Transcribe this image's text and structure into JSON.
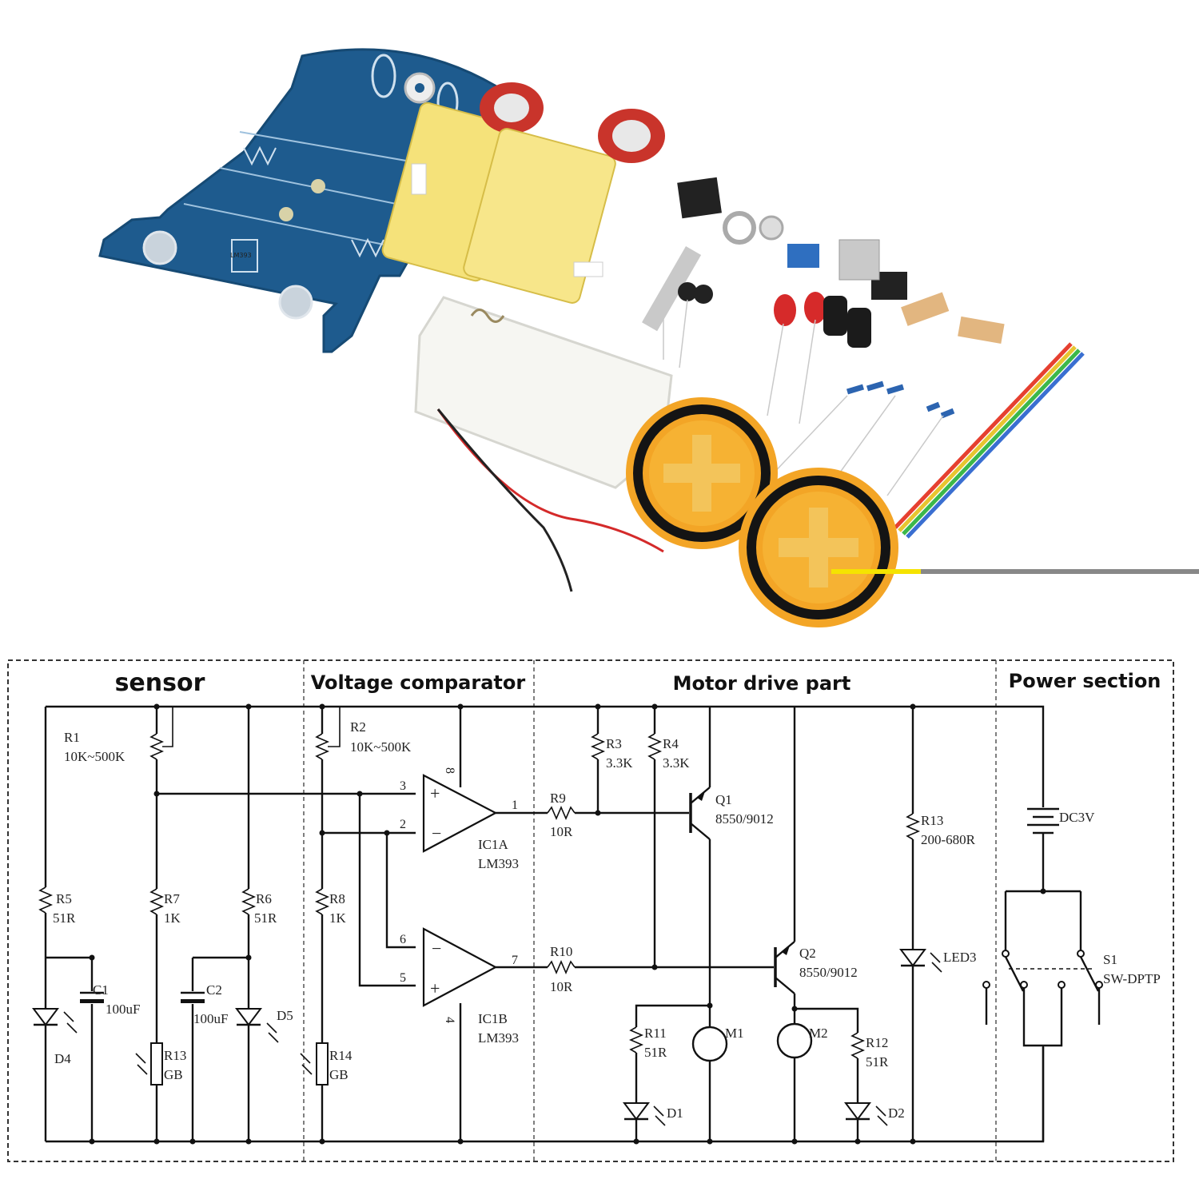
{
  "product_photo": {
    "pcb_labels": [
      "LM393"
    ]
  },
  "schematic": {
    "sections": [
      {
        "title": "sensor"
      },
      {
        "title": "Voltage comparator"
      },
      {
        "title": "Motor drive part"
      },
      {
        "title": "Power section"
      }
    ],
    "components": {
      "R1": [
        "R1",
        "10K~500K"
      ],
      "R2": [
        "R2",
        "10K~500K"
      ],
      "R3": [
        "R3",
        "3.3K"
      ],
      "R4": [
        "R4",
        "3.3K"
      ],
      "R5": [
        "R5",
        "51R"
      ],
      "R6": [
        "R6",
        "51R"
      ],
      "R7": [
        "R7",
        "1K"
      ],
      "R8": [
        "R8",
        "1K"
      ],
      "R9": [
        "R9",
        "10R"
      ],
      "R10": [
        "R10",
        "10R"
      ],
      "R11": [
        "R11",
        "51R"
      ],
      "R12": [
        "R12",
        "51R"
      ],
      "R13_led": [
        "R13",
        "200-680R"
      ],
      "R13_ldr": [
        "R13",
        "GB"
      ],
      "R14": [
        "R14",
        "GB"
      ],
      "C1": [
        "C1",
        "100uF"
      ],
      "C2": [
        "C2",
        "100uF"
      ],
      "D1": [
        "D1"
      ],
      "D2": [
        "D2"
      ],
      "D4": [
        "D4"
      ],
      "D5": [
        "D5"
      ],
      "LED3": [
        "LED3"
      ],
      "Q1": [
        "Q1",
        "8550/9012"
      ],
      "Q2": [
        "Q2",
        "8550/9012"
      ],
      "IC1A": [
        "IC1A",
        "LM393"
      ],
      "IC1B": [
        "IC1B",
        "LM393"
      ],
      "M1": [
        "M1"
      ],
      "M2": [
        "M2"
      ],
      "DC": [
        "DC3V"
      ],
      "S1": [
        "S1",
        "SW-DPTP"
      ]
    },
    "pins": {
      "p3": "3",
      "p2": "2",
      "p1": "1",
      "p6": "6",
      "p5": "5",
      "p7": "7",
      "p8": "8",
      "p4": "4"
    }
  }
}
